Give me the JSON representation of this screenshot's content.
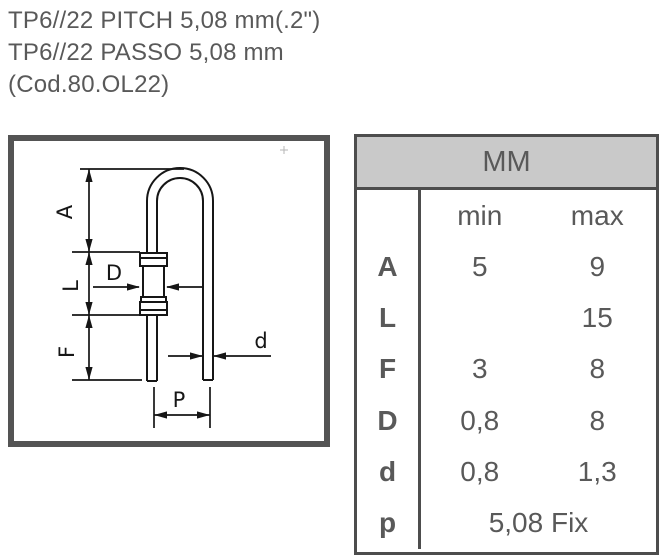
{
  "title": {
    "line1": "TP6//22 PITCH 5,08 mm(.2\")",
    "line2": "TP6//22 PASSO 5,08 mm",
    "line3": "(Cod.80.OL22)"
  },
  "diagram": {
    "description": "technical drawing of vertically mounted axial resistor with hairpin bent lead",
    "labels": {
      "A": "A",
      "L": "L",
      "F": "F",
      "D": "D",
      "d": "d",
      "P": "P"
    }
  },
  "table": {
    "header": "MM",
    "columns": {
      "min": "min",
      "max": "max"
    },
    "rows": [
      {
        "label": "A",
        "min": "5",
        "max": "9"
      },
      {
        "label": "L",
        "min": "",
        "max": "15"
      },
      {
        "label": "F",
        "min": "3",
        "max": "8"
      },
      {
        "label": "D",
        "min": "0,8",
        "max": "8"
      },
      {
        "label": "d",
        "min": "0,8",
        "max": "1,3"
      }
    ],
    "fixed_row": {
      "label": "p",
      "value": "5,08 Fix"
    }
  },
  "colors": {
    "text_gray": "#595959",
    "table_border": "#4d4d4d",
    "header_bg": "#c9c9c9",
    "diagram_border": "#545454",
    "drawing_line": "#161616"
  }
}
